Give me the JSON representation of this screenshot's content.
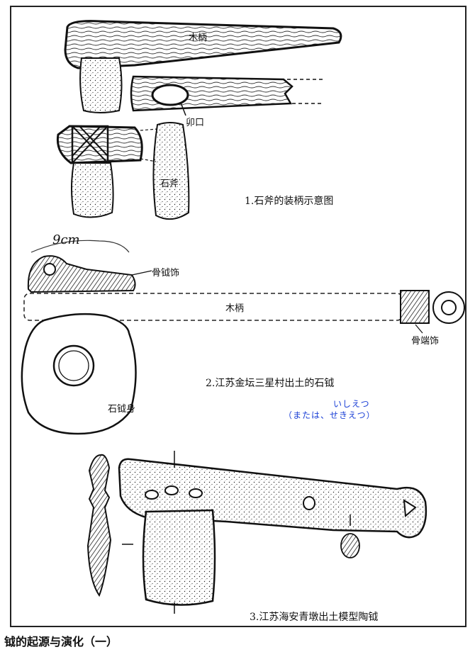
{
  "labels": {
    "wood_handle_1": "木柄",
    "mortise": "卯口",
    "stone_axe": "石斧",
    "bone_yue_ornament": "骨钺饰",
    "wood_handle_2": "木柄",
    "bone_end_ornament": "骨端饰",
    "stone_yue_body": "石钺身",
    "measure_note": "9cm"
  },
  "captions": {
    "fig1": "1.石斧的装柄示意图",
    "fig2": "2.江苏金坛三星村出土的石钺",
    "fig3": "3.江苏海安青墩出土模型陶钺"
  },
  "reading": {
    "kana": "いしえつ",
    "alt": "（または、せきえつ）"
  },
  "footer": "钺的起源与演化（一）",
  "colors": {
    "ink": "#111111",
    "annotation": "#1a3fd6"
  }
}
